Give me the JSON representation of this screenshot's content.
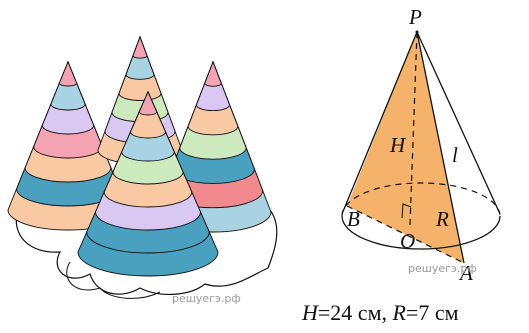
{
  "watermarks": {
    "left": "решуегэ.рф",
    "right": "решуегэ.рф"
  },
  "labels": {
    "P": "P",
    "H": "H",
    "l": "l",
    "B": "B",
    "O": "O",
    "R": "R",
    "A": "A"
  },
  "caption": {
    "H_sym": "H",
    "H_val": "=24 см, ",
    "R_sym": "R",
    "R_val": "=7 см"
  },
  "colors": {
    "triangle_fill": "#f4b26b",
    "outline": "#111111",
    "stripe_pink": "#f4a3b3",
    "stripe_blue": "#a9d3e3",
    "stripe_lavender": "#d8c8f2",
    "stripe_peach": "#f9c9a3",
    "stripe_green": "#cdeabf",
    "stripe_teal": "#4aa0bf",
    "stripe_red": "#f08a8e"
  }
}
